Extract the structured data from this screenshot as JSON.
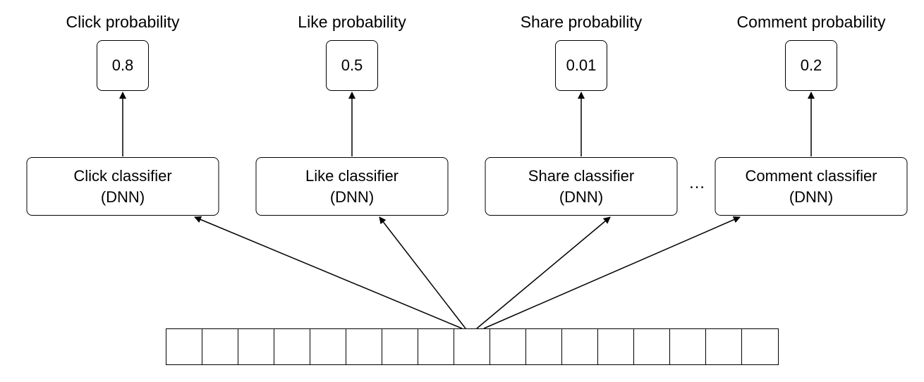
{
  "tasks": [
    {
      "output_label": "Click probability",
      "value": "0.8",
      "classifier_name": "Click classifier",
      "classifier_type": "(DNN)"
    },
    {
      "output_label": "Like probability",
      "value": "0.5",
      "classifier_name": "Like classifier",
      "classifier_type": "(DNN)"
    },
    {
      "output_label": "Share probability",
      "value": "0.01",
      "classifier_name": "Share classifier",
      "classifier_type": "(DNN)"
    },
    {
      "output_label": "Comment probability",
      "value": "0.2",
      "classifier_name": "Comment classifier",
      "classifier_type": "(DNN)"
    }
  ],
  "ellipsis": "…",
  "feature_vector_cells": 17
}
